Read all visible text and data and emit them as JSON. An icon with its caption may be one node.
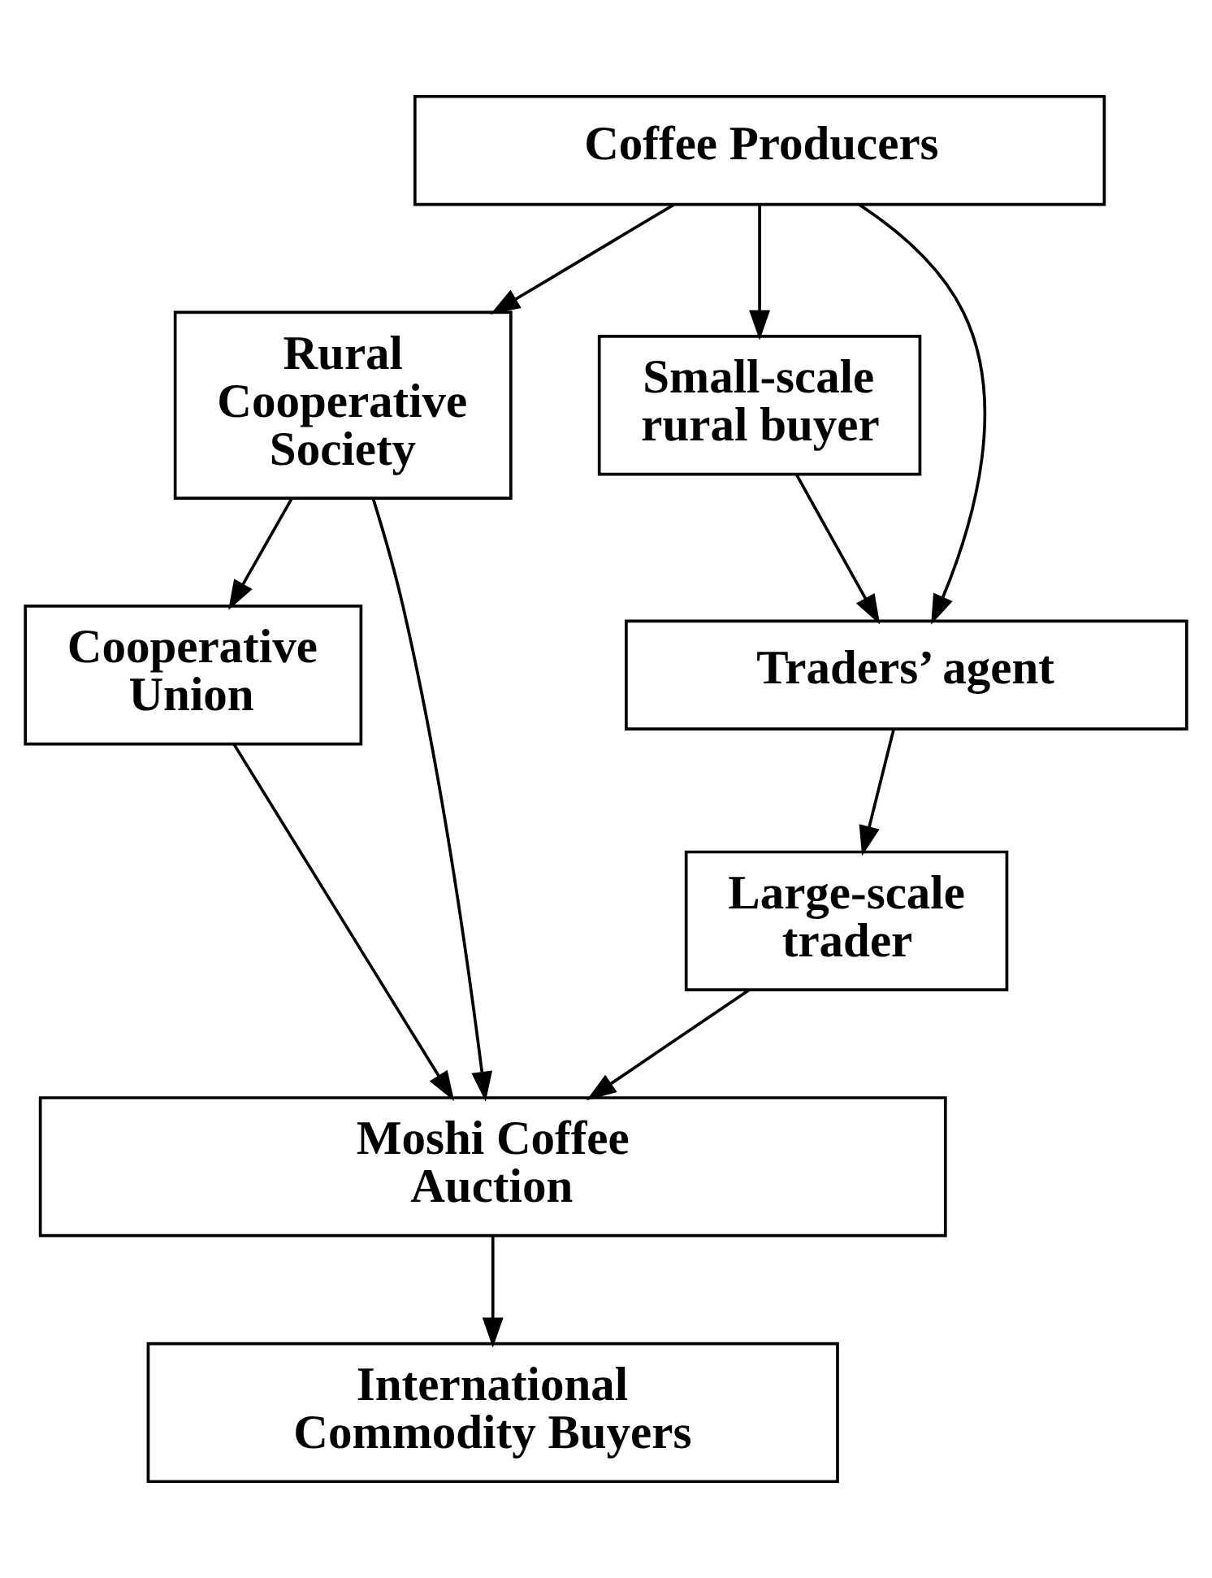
{
  "diagram": {
    "nodes": [
      {
        "text": [
          "Coffee Producers"
        ]
      },
      {
        "text": [
          "Rural Cooperative Society"
        ]
      },
      {
        "text": [
          "Small-scale rural buyer"
        ]
      },
      {
        "text": [
          "Cooperative Union"
        ]
      },
      {
        "text": [
          "Traders’ agent"
        ]
      },
      {
        "text": [
          "Large-scale trader"
        ]
      },
      {
        "text": [
          "Moshi Coffee Auction"
        ]
      },
      {
        "text": [
          "International Commodity Buyers"
        ]
      }
    ],
    "edges": [
      {
        "from": 0,
        "to": 1,
        "arrow": "to"
      },
      {
        "from": 0,
        "to": 2,
        "arrow": "to"
      },
      {
        "from": 0,
        "to": 4,
        "arrow": "to"
      },
      {
        "from": 1,
        "to": 6,
        "arrow": "to"
      },
      {
        "from": 1,
        "to": 3,
        "arrow": "to"
      },
      {
        "from": 2,
        "to": 4,
        "arrow": "to"
      },
      {
        "from": 3,
        "to": 6,
        "arrow": "to"
      },
      {
        "from": 4,
        "to": 5,
        "arrow": "to"
      },
      {
        "from": 5,
        "to": 6,
        "arrow": "to"
      },
      {
        "from": 6,
        "to": 7,
        "arrow": "to"
      }
    ]
  }
}
